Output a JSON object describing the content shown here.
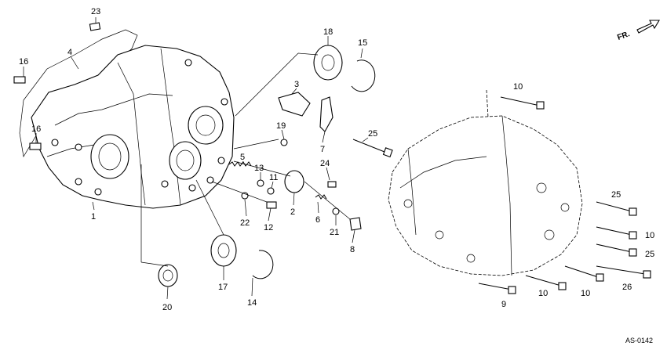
{
  "diagram": {
    "orientation_label": "FR.",
    "code": "AS-0142",
    "callouts": [
      "23",
      "4",
      "16",
      "16",
      "1",
      "18",
      "15",
      "3",
      "19",
      "7",
      "25",
      "5",
      "13",
      "11",
      "24",
      "2",
      "22",
      "12",
      "6",
      "21",
      "8",
      "20",
      "17",
      "14",
      "10",
      "25",
      "10",
      "25",
      "26",
      "10",
      "10",
      "9"
    ]
  }
}
